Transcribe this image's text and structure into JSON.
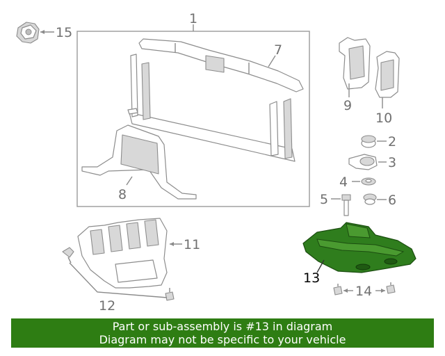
{
  "callouts": {
    "c1": "1",
    "c2": "2",
    "c3": "3",
    "c4": "4",
    "c5": "5",
    "c6": "6",
    "c7": "7",
    "c8": "8",
    "c9": "9",
    "c10": "10",
    "c11": "11",
    "c12": "12",
    "c13": "13",
    "c14": "14",
    "c15": "15"
  },
  "banner": {
    "line1": "Part or sub-assembly is #13 in diagram",
    "line2": "Diagram may not be specific to your vehicle"
  },
  "colors": {
    "highlight": "#2e7d13",
    "line": "#8a8a8a"
  }
}
